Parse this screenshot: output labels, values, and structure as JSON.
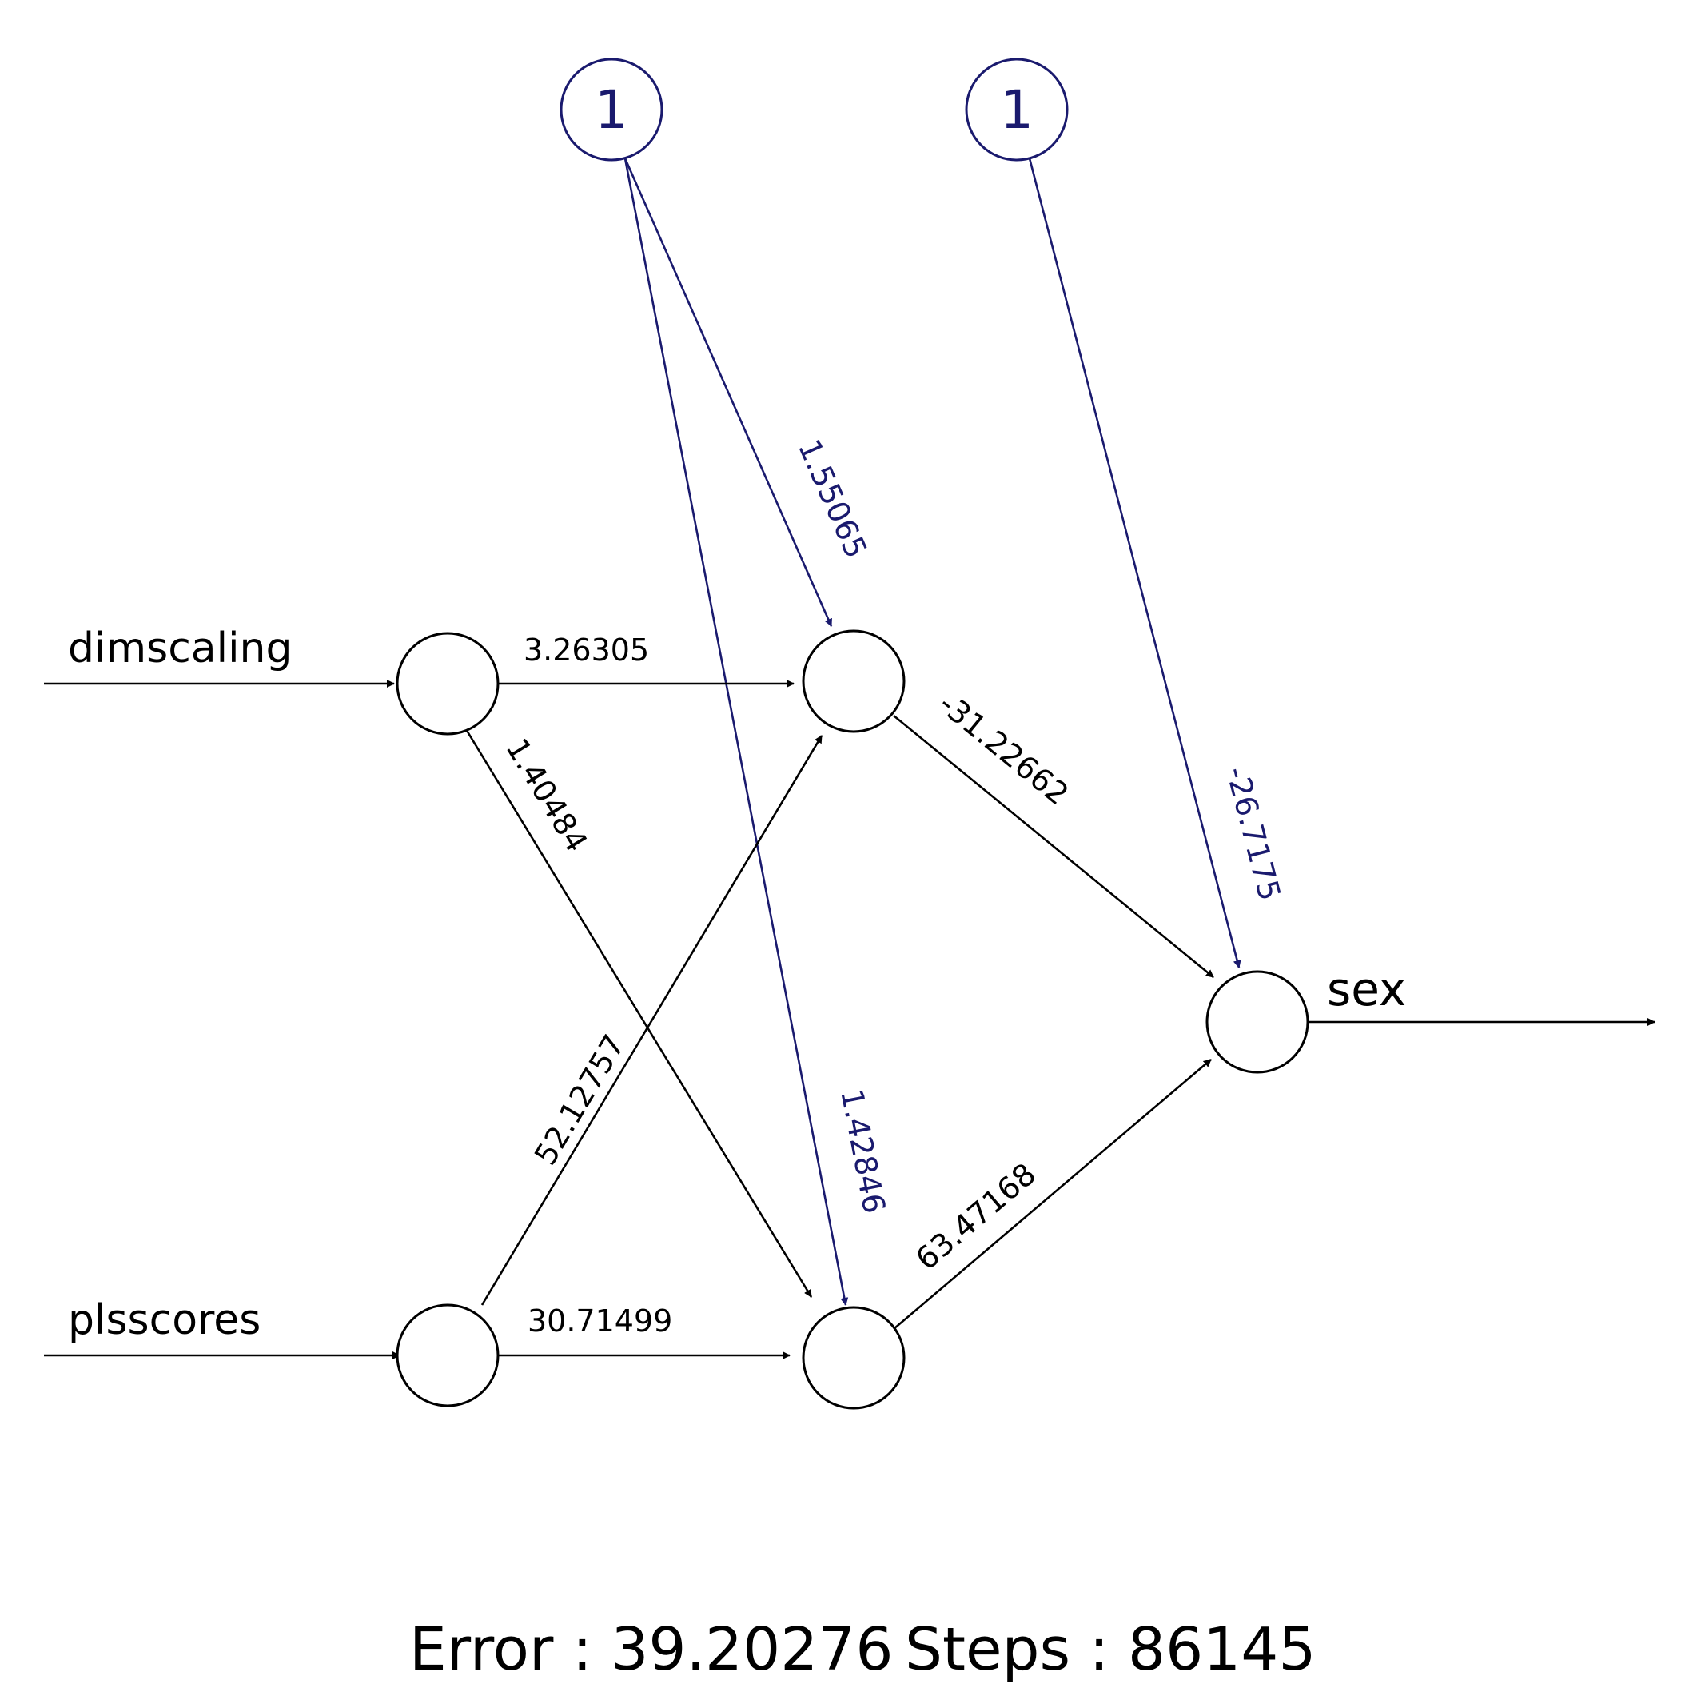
{
  "inputs": {
    "input1": "dimscaling",
    "input2": "plsscores"
  },
  "output": {
    "label": "sex"
  },
  "bias": {
    "hidden_bias_label": "1",
    "output_bias_label": "1"
  },
  "weights": {
    "i1_h1": "3.26305",
    "i1_h2": "1.40484",
    "i2_h1": "52.12757",
    "i2_h2": "30.71499",
    "b1_h1": "1.55065",
    "b1_h2": "1.42846",
    "h1_o": "-31.22662",
    "h2_o": "63.47168",
    "b2_o": "-26.7175"
  },
  "footer": {
    "error_text": "Error : 39.20276",
    "steps_text": "Steps : 86145"
  },
  "colors": {
    "edge": "#000000",
    "bias": "#1a1a6e",
    "background": "#ffffff"
  }
}
